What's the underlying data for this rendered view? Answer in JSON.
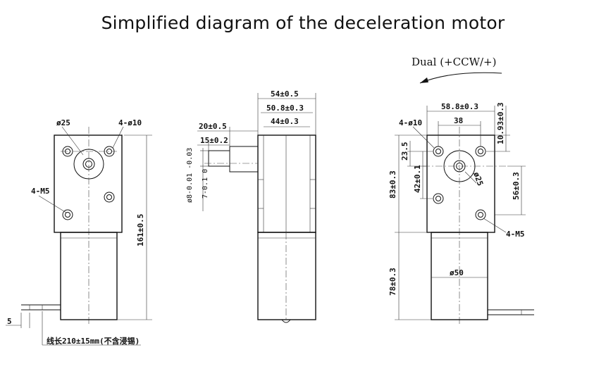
{
  "title": "Simplified diagram of the deceleration motor",
  "rotation": "Dual (+CCW/+)",
  "left_view": {
    "d25": "ø25",
    "holes_top": "4-ø10",
    "holes_left": "4-M5",
    "height": "161±0.5",
    "offset": "5",
    "wire_note": "线长210±15mm(不含浸锡)"
  },
  "side_view": {
    "w54": "54±0.5",
    "w508": "50.8±0.3",
    "w44": "44±0.3",
    "s20": "20±0.5",
    "s15": "15±0.2",
    "shaft_d": "ø8-0.01 -0.03",
    "flat": "7-0.1 0"
  },
  "right_view": {
    "w588": "58.8±0.3",
    "w38": "38",
    "h1093": "10.93±0.3",
    "holes_top": "4-ø10",
    "h235": "23.5",
    "h42": "42±0.1",
    "h83": "83±0.3",
    "d25": "ø25",
    "h56": "56±0.3",
    "holes_right": "4-M5",
    "d50": "ø50",
    "h78": "78±0.3"
  }
}
